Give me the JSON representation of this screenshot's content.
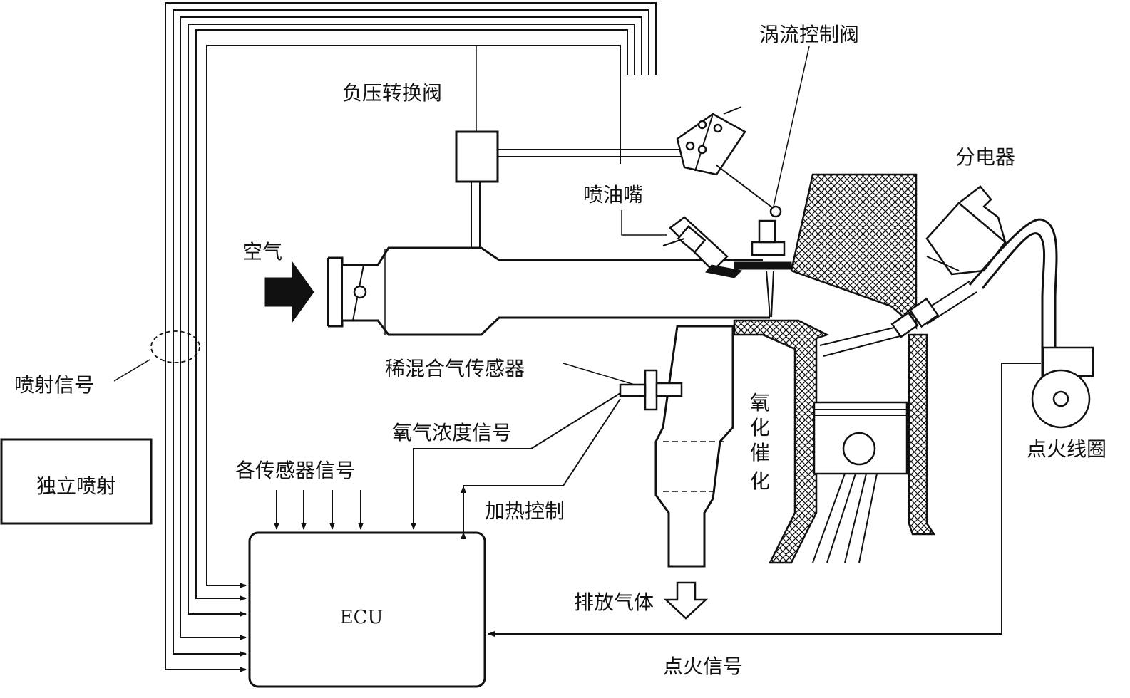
{
  "labels": {
    "swirl_valve": "涡流控制阀",
    "vacuum_valve": "负压转换阀",
    "distributor": "分电器",
    "injector": "喷油嘴",
    "air": "空气",
    "injection_signal": "喷射信号",
    "lean_sensor": "稀混合气传感器",
    "oxygen_signal": "氧气浓度信号",
    "sensor_signals": "各传感器信号",
    "heater_control": "加热控制",
    "independent_injection": "独立喷射",
    "ecu": "ECU",
    "exhaust": "排放气体",
    "ignition_signal": "点火信号",
    "ignition_coil": "点火线圈",
    "oxidation_catalyst_1": "氧",
    "oxidation_catalyst_2": "化",
    "oxidation_catalyst_3": "催",
    "oxidation_catalyst_4": "化"
  }
}
